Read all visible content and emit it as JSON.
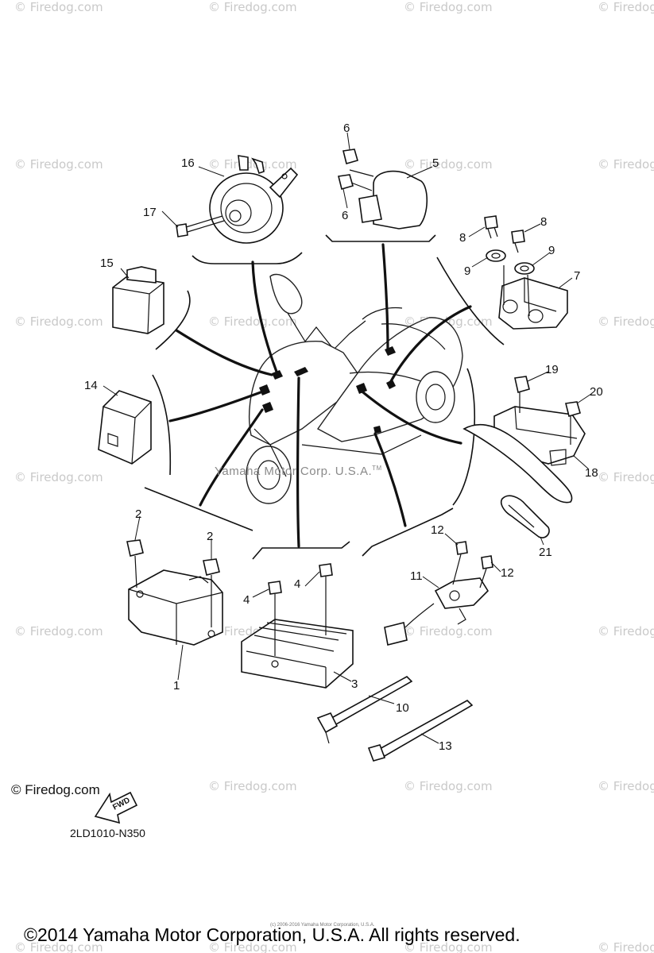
{
  "watermark_text": "© Firedog.com",
  "diagram_inline_mark": "Yamaha Motor Corp. U.S.A.",
  "diagram_inline_tm": "TM",
  "firedog_copy": "© Firedog.com",
  "fwd_label": "FWD",
  "reference_code": "2LD1010-N350",
  "tiny_credit": "(c) 2006-2016 Yamaha Motor Corporation, U.S.A.",
  "footer_copyright": "©2014 Yamaha Motor Corporation, U.S.A. All rights reserved.",
  "callouts": {
    "c1": "1",
    "c2a": "2",
    "c2b": "2",
    "c3": "3",
    "c4a": "4",
    "c4b": "4",
    "c5": "5",
    "c6a": "6",
    "c6b": "6",
    "c7": "7",
    "c8a": "8",
    "c8b": "8",
    "c9a": "9",
    "c9b": "9",
    "c10": "10",
    "c11": "11",
    "c12a": "12",
    "c12b": "12",
    "c13": "13",
    "c14": "14",
    "c15": "15",
    "c16": "16",
    "c17": "17",
    "c18": "18",
    "c19": "19",
    "c20": "20",
    "c21": "21"
  }
}
